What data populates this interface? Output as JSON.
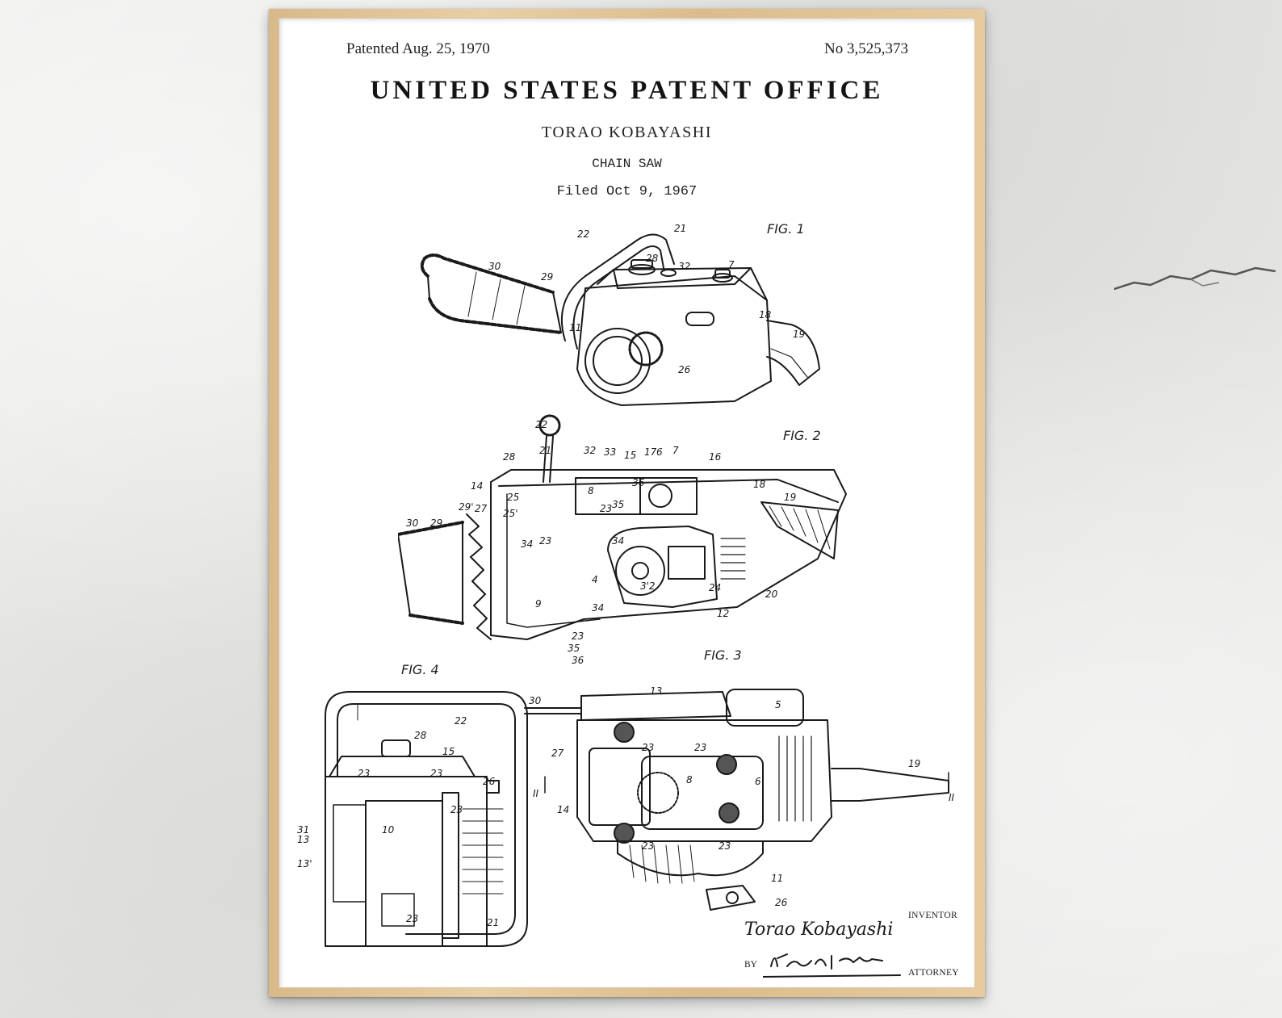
{
  "patent": {
    "patented_date": "Patented Aug. 25, 1970",
    "number": "No 3,525,373",
    "office": "UNITED STATES PATENT OFFICE",
    "inventor": "TORAO KOBAYASHI",
    "title": "CHAIN SAW",
    "filed": "Filed Oct 9, 1967"
  },
  "figures": {
    "fig1": "FIG. 1",
    "fig2": "FIG. 2",
    "fig3": "FIG. 3",
    "fig4": "FIG. 4"
  },
  "signature_block": {
    "inventor_caption": "INVENTOR",
    "by": "BY",
    "attorney_caption": "ATTORNEY",
    "inventor_signature": "Torao Kobayashi"
  },
  "colors": {
    "frame": "#dcbc8c",
    "paper": "#ffffff",
    "ink": "#1a1a1a",
    "wall": "#e6e6e4"
  }
}
